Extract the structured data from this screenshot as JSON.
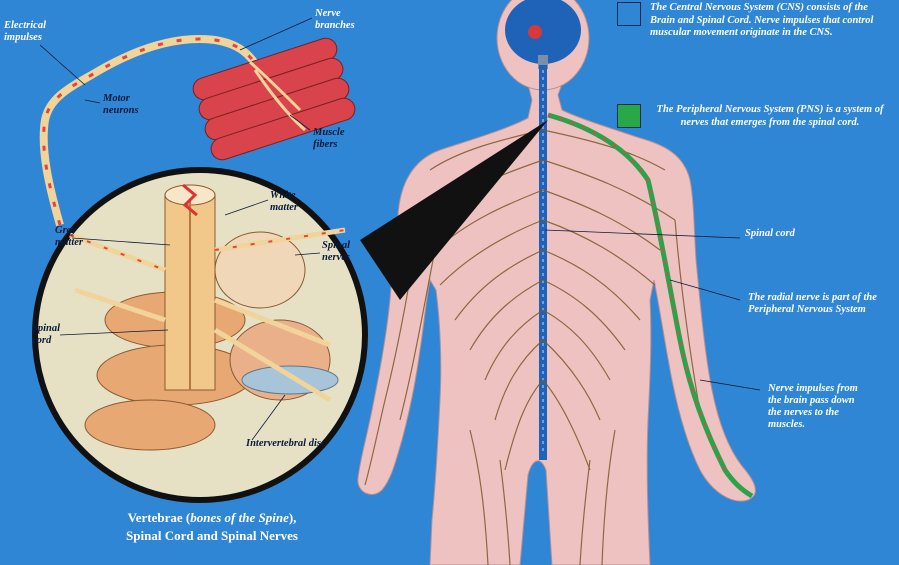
{
  "legend": {
    "cns": {
      "color": "#2f86d4",
      "text": "The Central Nervous System (CNS) consists of the Brain and Spinal Cord. Nerve impulses that control muscular movement originate in the CNS."
    },
    "pns": {
      "color": "#29a84a",
      "text": "The Peripheral Nervous System (PNS) is a system of nerves that emerges from the spinal cord."
    }
  },
  "labels": {
    "electrical_impulses": "Electrical impulses",
    "nerve_branches": "Nerve branches",
    "motor_neurons": "Motor neurons",
    "muscle_fibers": "Muscle fibers",
    "white_matter": "White matter",
    "gray_matter": "Gray matter",
    "spinal_nerves": "Spinal nerves",
    "spinal_cord_inset": "Spinal cord",
    "intervertebral_disc": "Intervertebral disc",
    "spinal_cord_body": "Spinal cord",
    "radial_nerve": "The radial nerve is part of the Peripheral Nervous System",
    "nerve_impulses": "Nerve impulses from the brain pass down the nerves to the muscles."
  },
  "caption": {
    "line1_a": "Vertebrae (",
    "line1_b": "bones of the Spine",
    "line1_c": "),",
    "line2": "Spinal Cord and Spinal Nerves"
  }
}
